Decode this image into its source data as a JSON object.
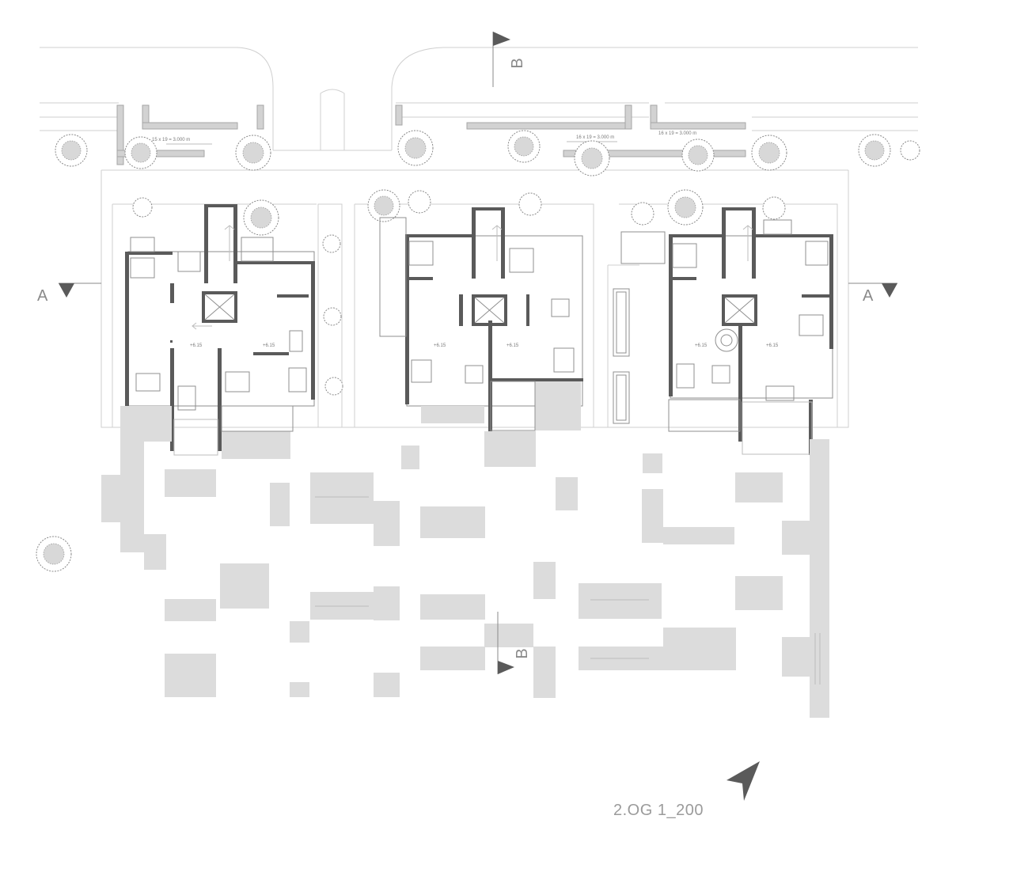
{
  "drawing": {
    "title": "2.OG 1_200",
    "section_a_label": "A",
    "section_b_label": "B",
    "level_marks": [
      "+6.15",
      "+6.15",
      "+6.15",
      "+6.15",
      "+6.15",
      "+6.15"
    ],
    "parking_notes": [
      "15 x 19 = 3.000 m",
      "16 x 19 = 3.000 m",
      "16 x 19 = 3.000 m"
    ]
  },
  "colors": {
    "wall": "#5a5a5a",
    "pad": "#dcdcdc",
    "line": "#cfcfcf",
    "text": "#8a8a8a"
  },
  "icons": {
    "section_marker": "flag-triangle-icon",
    "north_arrow": "north-arrow-icon",
    "tree": "tree-icon"
  }
}
